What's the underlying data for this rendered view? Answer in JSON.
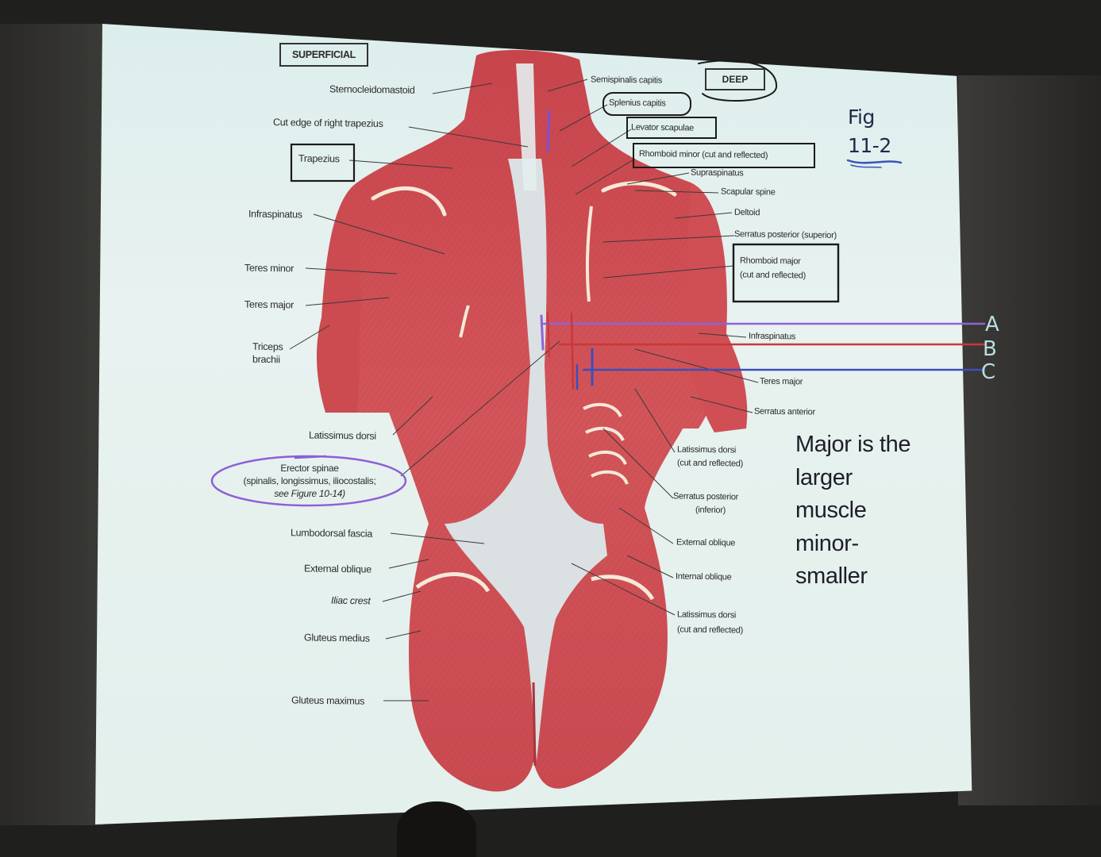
{
  "slide": {
    "superficial_box": "SUPERFICIAL",
    "deep_box": "DEEP",
    "figure_number": {
      "line1": "Fig",
      "line2": "11-2"
    },
    "labels_left": {
      "sternocleidomastoid": "Sternocleidomastoid",
      "cut_edge_trapezius": "Cut edge of right trapezius",
      "trapezius": "Trapezius",
      "infraspinatus": "Infraspinatus",
      "teres_minor": "Teres minor",
      "teres_major": "Teres major",
      "triceps_line1": "Triceps",
      "triceps_line2": "brachii",
      "latissimus_dorsi": "Latissimus dorsi",
      "erector_line1": "Erector spinae",
      "erector_line2": "(spinalis, longissimus, iliocostalis;",
      "erector_line3": "see Figure 10-14)",
      "lumbodorsal_fascia": "Lumbodorsal fascia",
      "external_oblique": "External oblique",
      "iliac_crest": "Iliac crest",
      "gluteus_medius": "Gluteus medius",
      "gluteus_maximus": "Gluteus maximus"
    },
    "labels_right": {
      "semispinalis_capitis": "Semispinalis capitis",
      "splenius_capitis": "Splenius capitis",
      "levator_scapulae": "Levator scapulae",
      "rhomboid_minor": "Rhomboid minor (cut and reflected)",
      "supraspinatus": "Supraspinatus",
      "scapular_spine": "Scapular spine",
      "deltoid": "Deltoid",
      "serratus_posterior_superior": "Serratus posterior (superior)",
      "rhomboid_major_line1": "Rhomboid major",
      "rhomboid_major_line2": "(cut and reflected)",
      "infraspinatus": "Infraspinatus",
      "teres_major": "Teres major",
      "serratus_anterior": "Serratus anterior",
      "latissimus_cut1_line1": "Latissimus dorsi",
      "latissimus_cut1_line2": "(cut and reflected)",
      "serratus_posterior_inferior_line1": "Serratus posterior",
      "serratus_posterior_inferior_line2": "(inferior)",
      "external_oblique": "External oblique",
      "internal_oblique": "Internal oblique",
      "latissimus_cut2_line1": "Latissimus dorsi",
      "latissimus_cut2_line2": "(cut and reflected)"
    },
    "handwritten_note": [
      "Major is the",
      "larger",
      "muscle",
      "minor-",
      "smaller"
    ],
    "annotation_letters": {
      "a": "A",
      "b": "B",
      "c": "C"
    },
    "annotation_colors": {
      "a": "#8f63d9",
      "b": "#c93838",
      "c": "#3b4fb8",
      "letters": "#b9dde0"
    }
  }
}
